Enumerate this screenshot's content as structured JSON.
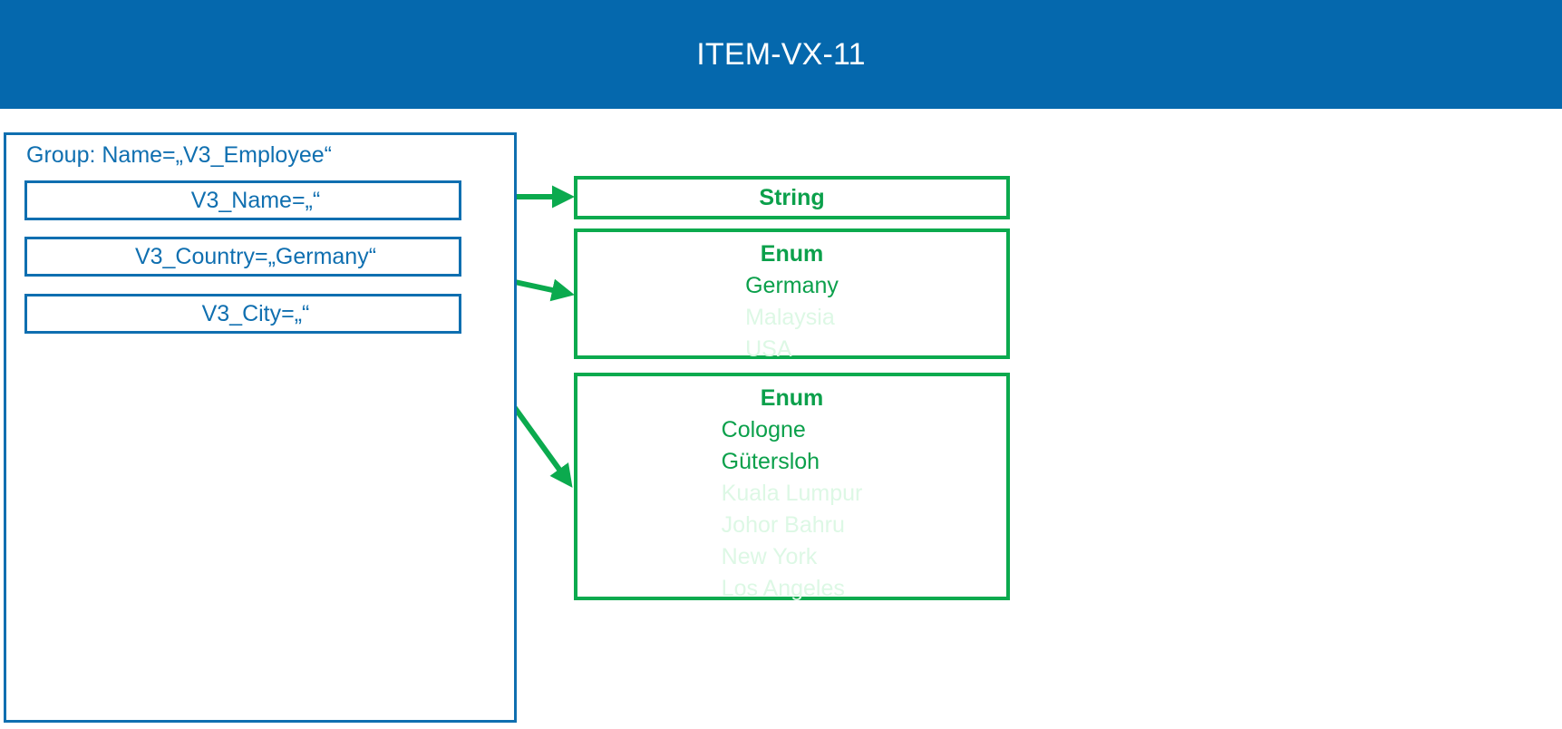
{
  "header": {
    "title": "ITEM-VX-11",
    "background": "#0568AD",
    "text_color": "#ffffff"
  },
  "colors": {
    "blue": "#0F6FB0",
    "green": "#0BAA4E",
    "green_text": "#0BA04B",
    "green_inactive": "#DDF8E5"
  },
  "group_panel": {
    "label": "Group: Name=„V3_Employee“",
    "fields": [
      {
        "label": "V3_Name=„“"
      },
      {
        "label": "V3_Country=„Germany“"
      },
      {
        "label": "V3_City=„“"
      }
    ]
  },
  "type_boxes": [
    {
      "title": "String",
      "values": []
    },
    {
      "title": "Enum",
      "values": [
        {
          "label": "Germany",
          "active": true
        },
        {
          "label": "Malaysia",
          "active": false
        },
        {
          "label": "USA",
          "active": false
        }
      ]
    },
    {
      "title": "Enum",
      "values": [
        {
          "label": "Cologne",
          "active": true
        },
        {
          "label": "Gütersloh",
          "active": true
        },
        {
          "label": "Kuala Lumpur",
          "active": false
        },
        {
          "label": "Johor Bahru",
          "active": false
        },
        {
          "label": "New York",
          "active": false
        },
        {
          "label": "Los Angeles",
          "active": false
        }
      ]
    }
  ]
}
